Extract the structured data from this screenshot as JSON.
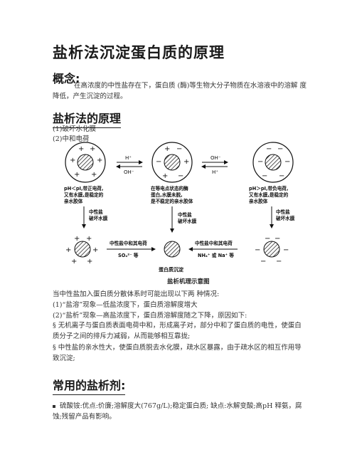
{
  "title": "盐析法沉淀蛋白质的原理",
  "concept": {
    "heading": "概念:",
    "text": "在高浓度的中性盐存在下，蛋白质 (酶)等生物大分子物质在水溶液中的溶解 度降低，产生沉淀的过程。"
  },
  "principle": {
    "heading": "盐析法的原理",
    "items": [
      "(1)破坏水化膜",
      "(2)中和电荷"
    ]
  },
  "diagram": {
    "arrow_top_left_upper": "H⁺",
    "arrow_top_left_lower": "OH⁻",
    "arrow_top_right_upper": "OH⁻",
    "arrow_top_right_lower": "H⁺",
    "label_left": [
      "pH＜pI,带正电荷,",
      "又有水膜,是稳定的",
      "亲水胶体"
    ],
    "label_center": [
      "在等电点状态的酶",
      "蛋白,水膜未脱,",
      "是不稳定的亲水胶体"
    ],
    "label_right": [
      "pH＞pI,带负电荷,",
      "又有水膜,是稳定的",
      "亲水胶体"
    ],
    "break_film": [
      "中性盐",
      "破坏水膜"
    ],
    "neutral_left": "中性盐中和其电荷",
    "neutral_left_ion": "SO₄²⁻ 等",
    "neutral_right": "中性盐中和其电荷",
    "neutral_right_ion": "NH₄⁺ 或 Na⁺ 等",
    "precipitate": "蛋白质沉淀",
    "caption": "盐析机理示意图"
  },
  "explain": {
    "intro": "当中性盐加入蛋白质分散体系时可能出现以下两 种情况:",
    "case1": "(1)“盐溶”现象—低盐浓度下，蛋白质溶解度增大",
    "case2": "(2)“盐析”现象—高盐浓度下，蛋白质溶解度随之下降，原因如下:",
    "reason1": "§ 无机离子与蛋白质表面电荷中和，形成离子对，部分中和了蛋白质的电性，使蛋白质分子之间的排斥力减弱，从而能够相互靠拢;",
    "reason2": "§ 中性盐的亲水性大，使蛋白质脱去水化膜，疏水区暴露，由于疏水区的相互作用导致沉淀;"
  },
  "agents": {
    "heading": "常用的盐析剂:",
    "item1": "硫酸铵:优点:价廉;溶解度大(767g/L);稳定蛋白质; 缺点:水解变酸;高pH 释氨，腐蚀;残留产品有影响。"
  }
}
